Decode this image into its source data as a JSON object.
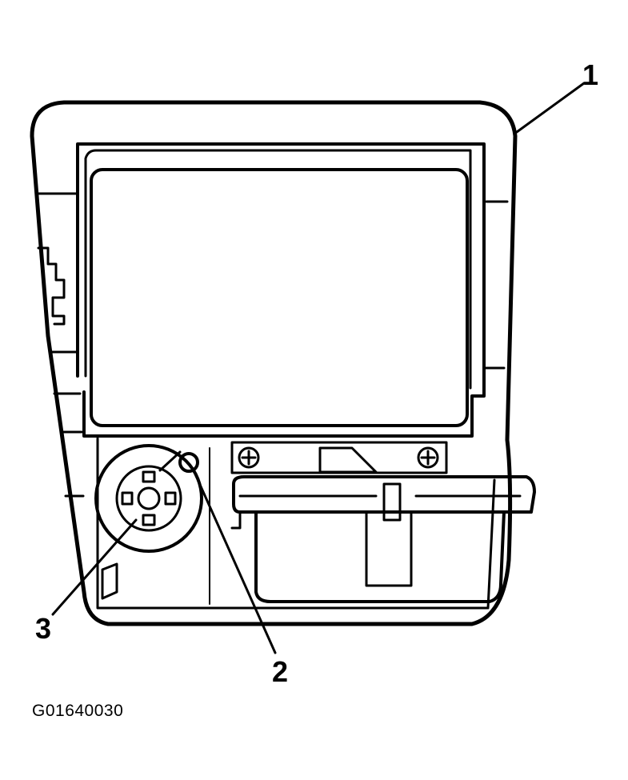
{
  "callouts": {
    "c1": "1",
    "c2": "2",
    "c3": "3"
  },
  "figure_code": "G01640030",
  "colors": {
    "line": "#000000",
    "background": "#ffffff"
  }
}
